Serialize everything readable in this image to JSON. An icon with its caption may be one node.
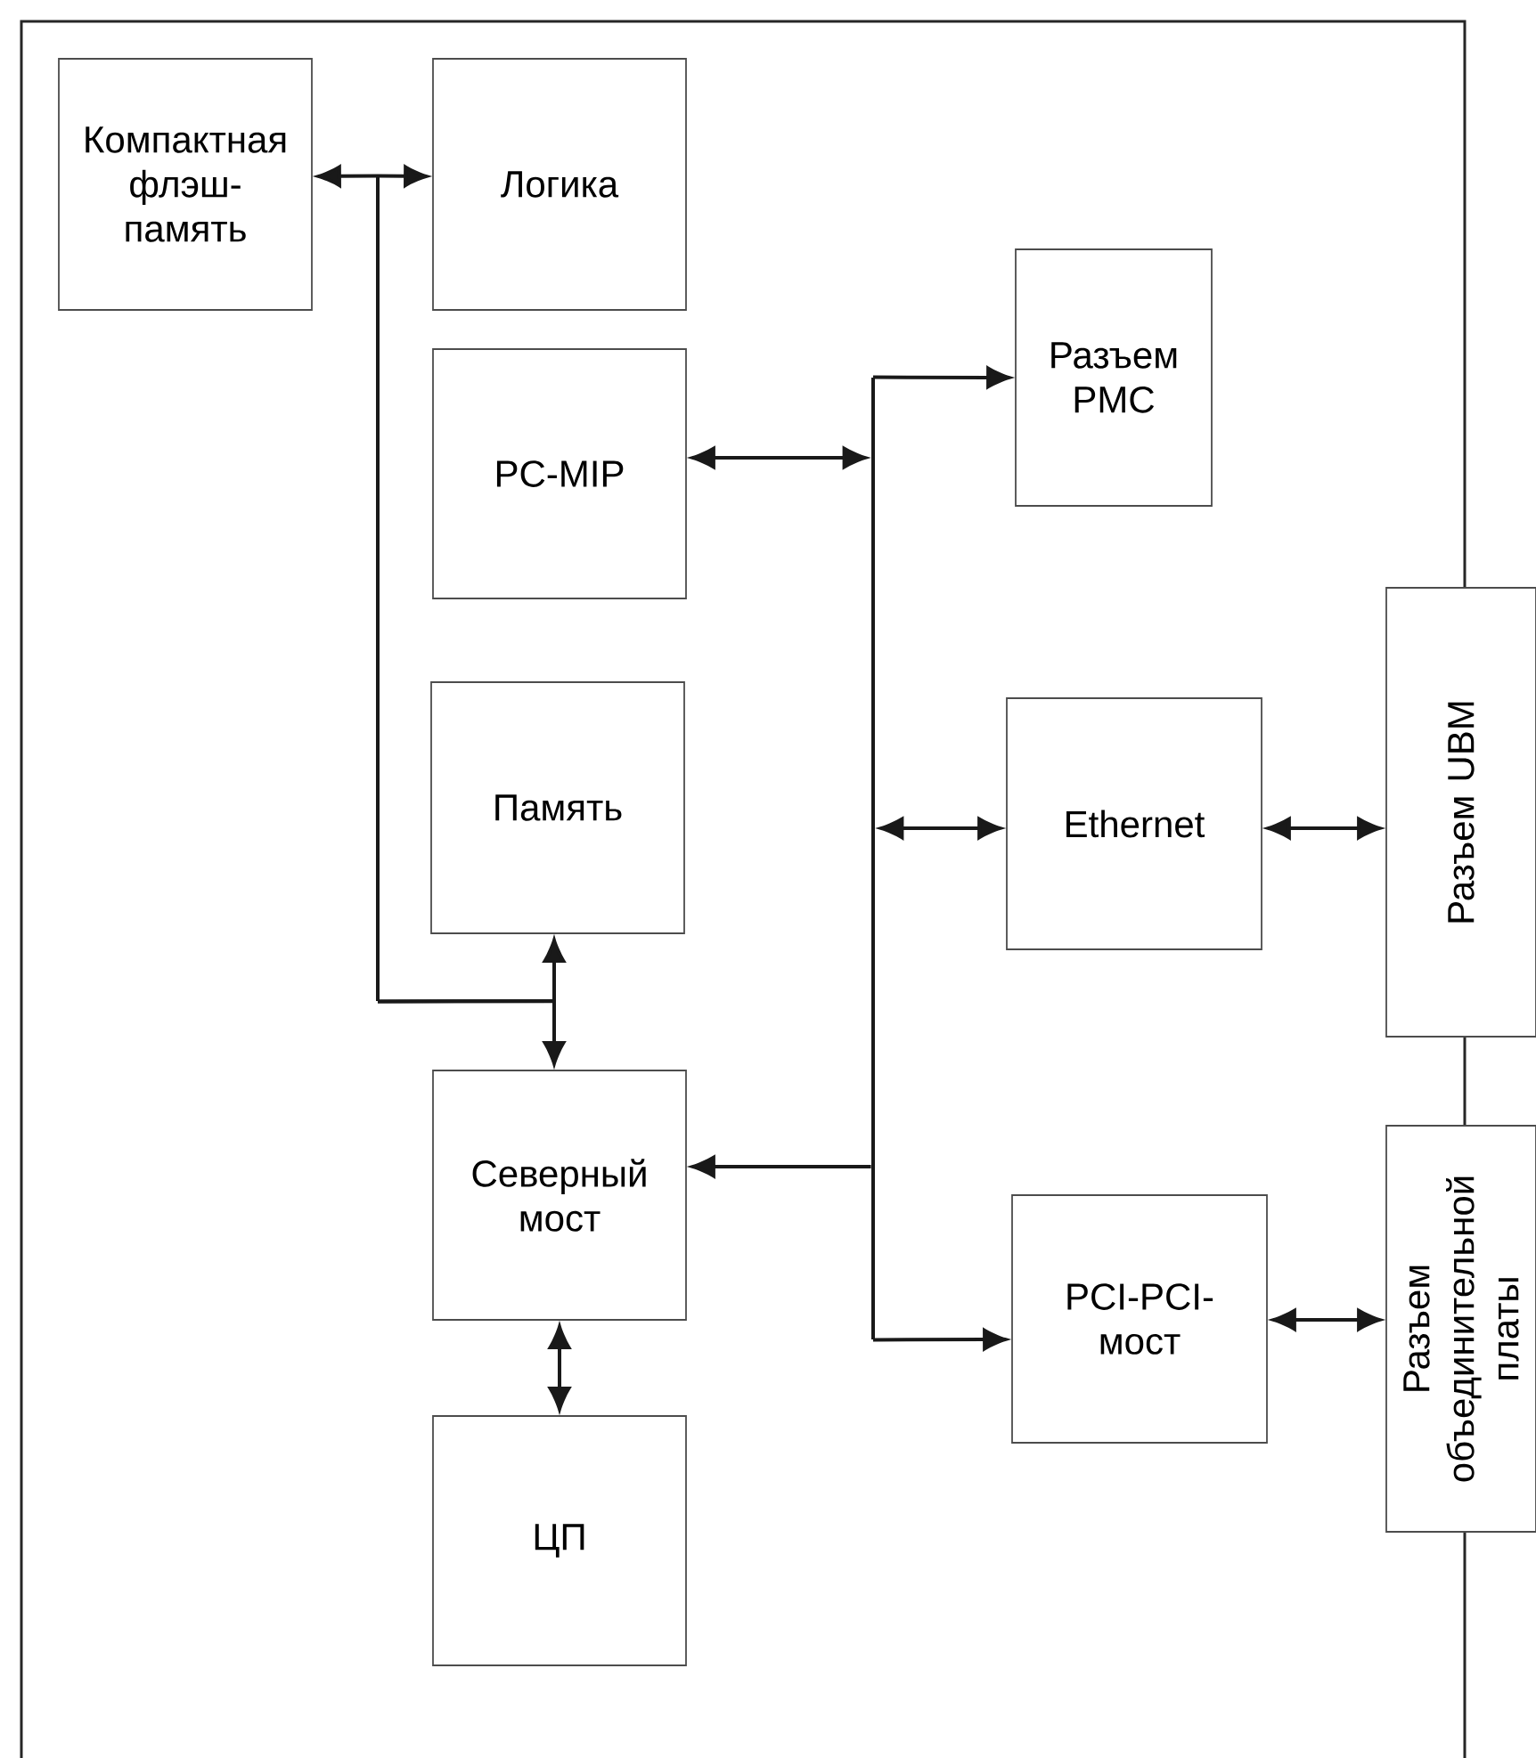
{
  "diagram": {
    "nodes": [
      {
        "text": [
          "Компактная флэш-память"
        ]
      },
      {
        "text": [
          "Логика"
        ]
      },
      {
        "text": [
          "PC-MIP"
        ]
      },
      {
        "text": [
          "Разъем PMC"
        ]
      },
      {
        "text": [
          "Память"
        ]
      },
      {
        "text": [
          "Ethernet"
        ]
      },
      {
        "text": [
          "Разъем UBM"
        ]
      },
      {
        "text": [
          "Северный мост"
        ]
      },
      {
        "text": [
          "PCI-PCI-мост"
        ]
      },
      {
        "text": [
          "Разъем объединительной платы"
        ]
      },
      {
        "text": [
          "ЦП"
        ]
      },
      {
        "text": [],
        "shape": "bar"
      },
      {
        "text": [],
        "shape": "bar"
      }
    ],
    "edges": [
      {
        "from": 11,
        "to": 0,
        "arrow": "to"
      },
      {
        "from": 11,
        "to": 1,
        "arrow": "to"
      },
      {
        "from": 11,
        "to": 4,
        "arrow": "to"
      },
      {
        "from": 11,
        "to": 7,
        "arrow": "to"
      },
      {
        "from": 2,
        "to": 12,
        "arrow": "both"
      },
      {
        "from": 12,
        "to": 3,
        "arrow": "to"
      },
      {
        "from": 12,
        "to": 5,
        "arrow": "both"
      },
      {
        "from": 12,
        "to": 7,
        "arrow": "to"
      },
      {
        "from": 12,
        "to": 8,
        "arrow": "to"
      },
      {
        "from": 5,
        "to": 6,
        "arrow": "both"
      },
      {
        "from": 8,
        "to": 9,
        "arrow": "both"
      },
      {
        "from": 7,
        "to": 10,
        "arrow": "both"
      }
    ]
  }
}
